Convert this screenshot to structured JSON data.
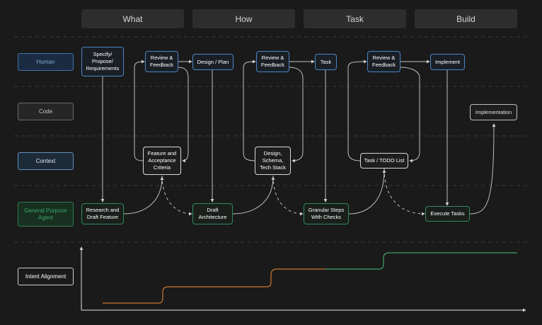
{
  "columns": [
    "What",
    "How",
    "Task",
    "Build"
  ],
  "lanes": {
    "human": "Human",
    "code": "Code",
    "context": "Context",
    "agent": "General Purpose Agent",
    "intent": "Intent Alignment"
  },
  "nodes": {
    "specify": "Specify/\nPropose/\nRequirements",
    "review1": "Review &\nFeedback",
    "design_plan": "Design / Plan",
    "review2": "Review &\nFeedback",
    "task": "Task",
    "review3": "Review &\nFeedback",
    "implement": "Implement",
    "implementation": "Implementation",
    "feature_criteria": "Feature and\nAcceptance\nCriteria",
    "design_schema": "Design,\nSchema,\nTech Stack",
    "task_todo": "Task / TODO List",
    "research": "Research and\nDraft Feature",
    "draft_arch": "Draft\nArchitecture",
    "granular": "Granular Steps\nWith Checks",
    "execute": "Execute Tasks"
  },
  "colors": {
    "human_border": "#4b86c4",
    "agent_border": "#2f8a5c",
    "intent_orange": "#c9782d",
    "intent_green": "#3fa56a"
  }
}
